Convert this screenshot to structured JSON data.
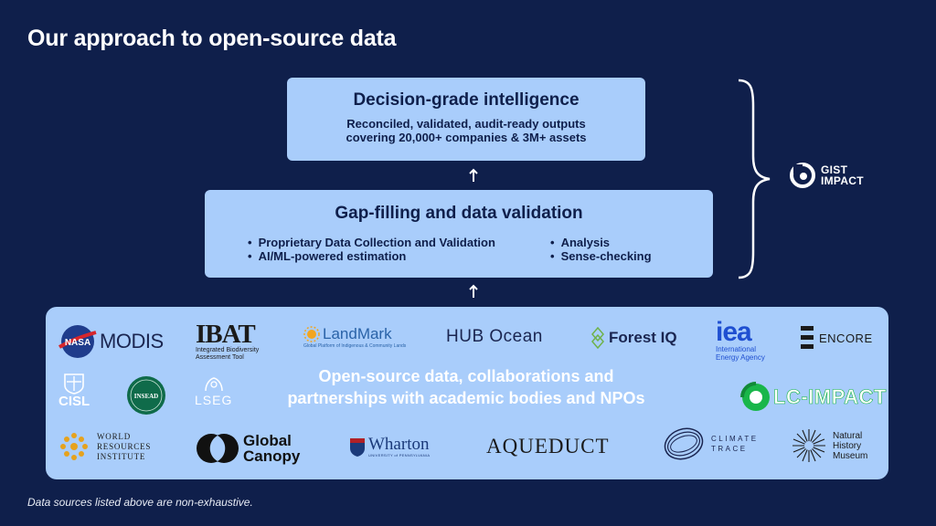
{
  "title": "Our approach to open-source data",
  "top_box": {
    "heading": "Decision-grade intelligence",
    "line1": "Reconciled, validated, audit-ready outputs",
    "line2": "covering 20,000+ companies & 3M+ assets"
  },
  "middle_box": {
    "heading": "Gap-filling and data validation",
    "left_bullets": [
      "Proprietary Data Collection and Validation",
      "AI/ML-powered estimation"
    ],
    "right_bullets": [
      "Analysis",
      "Sense-checking"
    ]
  },
  "bottom_box": {
    "line1": "Open-source data, collaborations and",
    "line2": "partnerships with academic bodies and NPOs"
  },
  "logos": {
    "nasa": "NASA",
    "modis": "MODIS",
    "ibat": "IBAT",
    "ibat_sub1": "Integrated Biodiversity",
    "ibat_sub2": "Assessment Tool",
    "landmark": "LandMark",
    "landmark_sub": "Global Platform of Indigenous & Community Lands",
    "hub_ocean": "HUB Ocean",
    "forest_iq": "Forest IQ",
    "iea": "iea",
    "iea_sub1": "International",
    "iea_sub2": "Energy Agency",
    "encore": "ENCORE",
    "cisl": "CISL",
    "insead": "INSEAD",
    "lseg": "LSEG",
    "lc_impact": "LC-IMPACT",
    "wri1": "WORLD",
    "wri2": "RESOURCES",
    "wri3": "INSTITUTE",
    "global_canopy1": "Global",
    "global_canopy2": "Canopy",
    "wharton": "Wharton",
    "wharton_sub": "UNIVERSITY of PENNSYLVANIA",
    "aqueduct": "AQUEDUCT",
    "climate_trace1": "CLIMATE",
    "climate_trace2": "TRACE",
    "nhm1": "Natural",
    "nhm2": "History",
    "nhm3": "Museum"
  },
  "gist": {
    "line1": "GIST",
    "line2": "IMPACT"
  },
  "footnote": "Data sources listed above are non-exhaustive.",
  "colors": {
    "background": "#0f1f4b",
    "box": "#a9cdfb",
    "text_dark": "#0f1f4b"
  }
}
